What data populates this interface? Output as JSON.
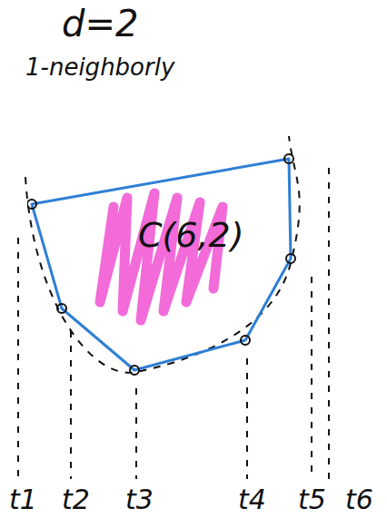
{
  "diagram": {
    "nodes": [
      {
        "text": [
          "C(6,2)"
        ]
      }
    ],
    "labels": [
      "d=2",
      "1-neighborly",
      "t1",
      "t2",
      "t3",
      "t4",
      "t5",
      "t6"
    ]
  }
}
